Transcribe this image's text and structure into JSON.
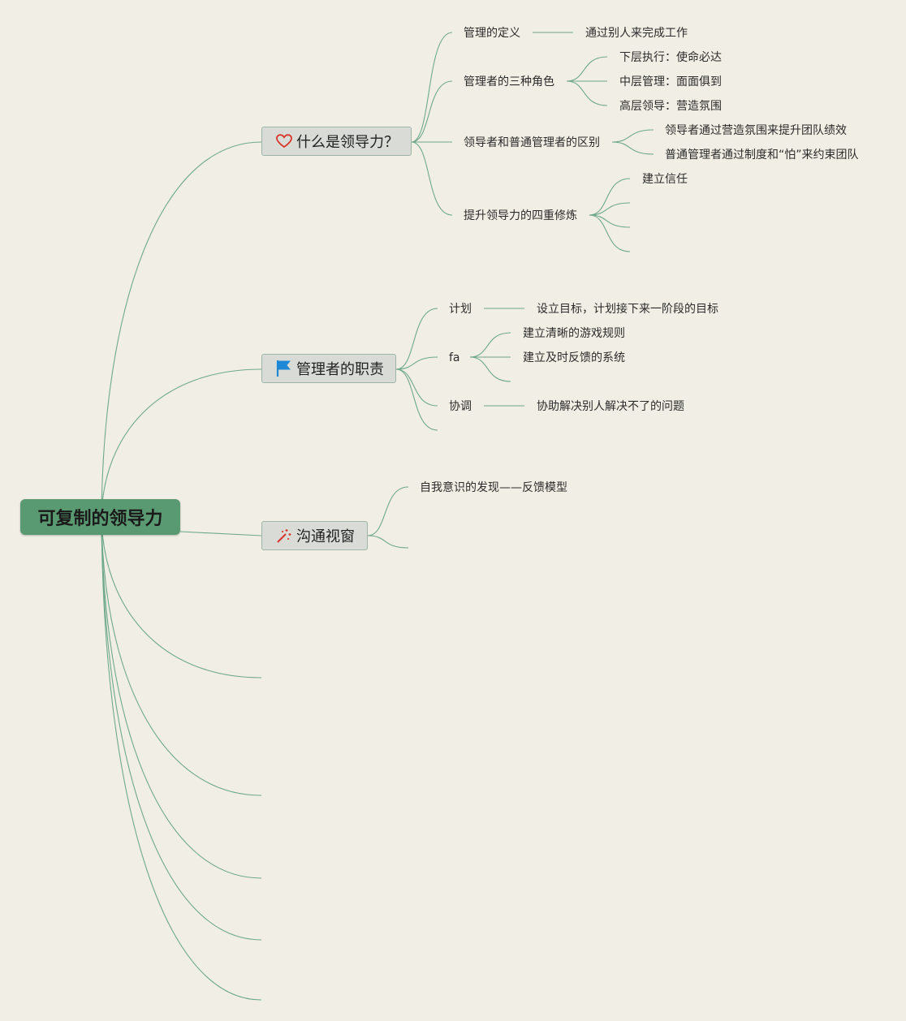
{
  "root": {
    "label": "可复制的领导力"
  },
  "colors": {
    "background": "#f1efe5",
    "root_fill": "#5a9a72",
    "topic_fill": "#d9dcd6",
    "line": "#6fa88a",
    "heart": "#d9342b",
    "flag": "#1e88d6",
    "wand": "#d9342b"
  },
  "topics": [
    {
      "label": "什么是领导力？",
      "icon": "heart-icon",
      "children": [
        {
          "label": "管理的定义",
          "children": [
            {
              "label": "通过别人来完成工作"
            }
          ]
        },
        {
          "label": "管理者的三种角色",
          "children": [
            {
              "label": "下层执行：使命必达"
            },
            {
              "label": "中层管理：面面俱到"
            },
            {
              "label": "高层领导：营造氛围"
            }
          ]
        },
        {
          "label": "领导者和普通管理者的区别",
          "children": [
            {
              "label": "领导者通过营造氛围来提升团队绩效"
            },
            {
              "label": "普通管理者通过制度和“怕”来约束团队"
            }
          ]
        },
        {
          "label": "提升领导力的四重修炼",
          "children": [
            {
              "label": "建立信任"
            },
            {
              "label": ""
            },
            {
              "label": ""
            },
            {
              "label": ""
            }
          ]
        }
      ]
    },
    {
      "label": "管理者的职责",
      "icon": "flag-icon",
      "children": [
        {
          "label": "计划",
          "children": [
            {
              "label": "设立目标，计划接下来一阶段的目标"
            }
          ]
        },
        {
          "label": "fa",
          "children": [
            {
              "label": "建立清晰的游戏规则"
            },
            {
              "label": "建立及时反馈的系统"
            },
            {
              "label": ""
            }
          ]
        },
        {
          "label": "协调",
          "children": [
            {
              "label": "协助解决别人解决不了的问题"
            }
          ]
        },
        {
          "label": ""
        }
      ]
    },
    {
      "label": "沟通视窗",
      "icon": "magic-wand-icon",
      "children": [
        {
          "label": "自我意识的发现——反馈模型"
        },
        {
          "label": ""
        }
      ]
    }
  ]
}
